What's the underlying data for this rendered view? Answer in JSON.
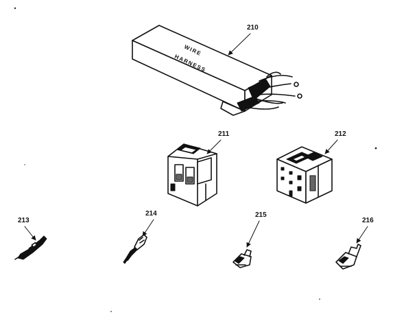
{
  "diagram": {
    "parts": [
      {
        "id": "210",
        "name": "wire harness box",
        "box_label_line1": "WIRE",
        "box_label_line2": "HARNESS"
      },
      {
        "id": "211",
        "name": "connector housing"
      },
      {
        "id": "212",
        "name": "connector housing"
      },
      {
        "id": "213",
        "name": "terminal pin"
      },
      {
        "id": "214",
        "name": "terminal pin"
      },
      {
        "id": "215",
        "name": "receptacle terminal"
      },
      {
        "id": "216",
        "name": "receptacle terminal"
      }
    ]
  }
}
